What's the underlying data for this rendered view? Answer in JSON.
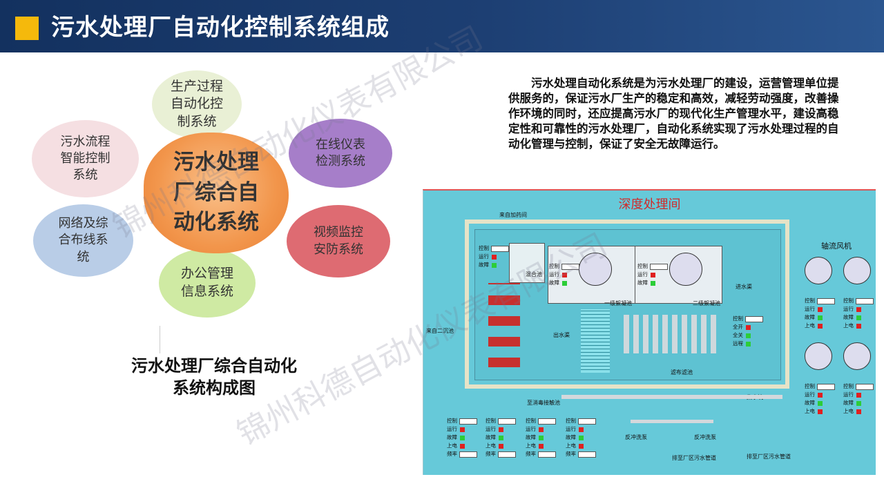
{
  "header": {
    "title": "污水处理厂自动化控制系统组成"
  },
  "watermark": "锦州科德自动化仪表有限公司",
  "petals": {
    "center": "污水处理\n厂综合自\n动化系统",
    "top": "生产过程\n自动化控\n制系统",
    "top_left": "污水流程\n智能控制\n系统",
    "top_right": "在线仪表\n检测系统",
    "bottom_left": "网络及综\n合布线系\n统",
    "bottom_right": "视频监控\n安防系统",
    "bottom": "办公管理\n信息系统"
  },
  "caption": {
    "line1": "污水处理厂综合自动化",
    "line2": "系统构成图"
  },
  "description": "污水处理自动化系统是为污水处理厂的建设，运营管理单位提供服务的，保证污水厂生产的稳定和高效，减轻劳动强度，改善操作环境的同时，还应提高污水厂的现代化生产管理水平，建设高稳定性和可靠性的污水处理厂，自动化系统实现了污水处理过程的自动化管理与控制，保证了安全无故障运行。",
  "diagram": {
    "title": "深度处理间",
    "fans_label": "轴流风机",
    "labels": {
      "inflow_top": "来自加药间",
      "inflow_left": "来自二沉池",
      "mix": "混合池",
      "floc1": "一级絮凝池",
      "floc2": "二级絮凝池",
      "inlet": "进水渠",
      "outlet": "出水渠",
      "filter": "滤布滤池",
      "disinfect": "至消毒接触池",
      "collect": "集水坑",
      "backwash1": "反冲洗泵",
      "backwash2": "反冲洗泵",
      "drain1": "排至厂区污水管道",
      "drain2": "排至厂区污水管道"
    },
    "status": {
      "control": "控制",
      "run": "运行",
      "fault": "故障",
      "power": "上电",
      "freq": "频率",
      "open": "全开",
      "close": "全关",
      "remote": "远程"
    }
  }
}
